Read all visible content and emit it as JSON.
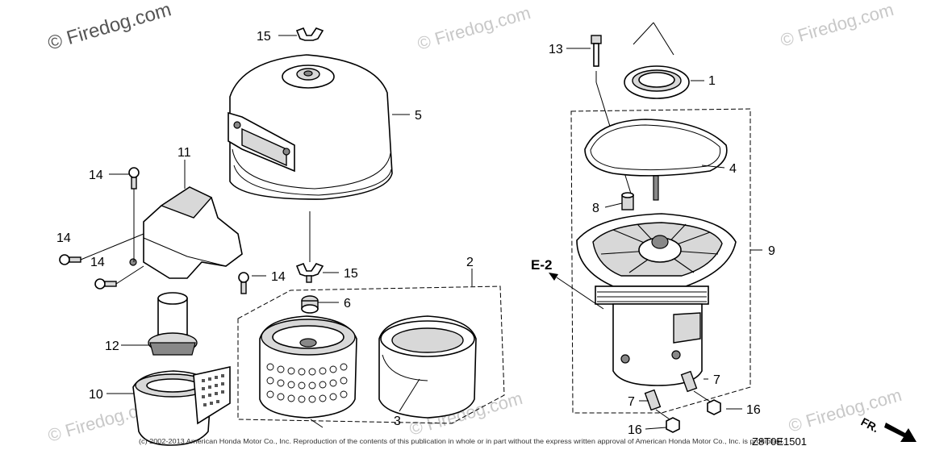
{
  "watermark": {
    "text": "© Firedog.com"
  },
  "callouts": [
    {
      "id": "c1",
      "label": "1"
    },
    {
      "id": "c2",
      "label": "2"
    },
    {
      "id": "c3",
      "label": "3"
    },
    {
      "id": "c4",
      "label": "4"
    },
    {
      "id": "c5",
      "label": "5"
    },
    {
      "id": "c6",
      "label": "6"
    },
    {
      "id": "c7a",
      "label": "7"
    },
    {
      "id": "c7b",
      "label": "7"
    },
    {
      "id": "c8",
      "label": "8"
    },
    {
      "id": "c9",
      "label": "9"
    },
    {
      "id": "c10",
      "label": "10"
    },
    {
      "id": "c11",
      "label": "11"
    },
    {
      "id": "c12",
      "label": "12"
    },
    {
      "id": "c13",
      "label": "13"
    },
    {
      "id": "c14a",
      "label": "14"
    },
    {
      "id": "c14b",
      "label": "14"
    },
    {
      "id": "c14c",
      "label": "14"
    },
    {
      "id": "c14d",
      "label": "14"
    },
    {
      "id": "c15a",
      "label": "15"
    },
    {
      "id": "c15b",
      "label": "15"
    },
    {
      "id": "c16a",
      "label": "16"
    },
    {
      "id": "c16b",
      "label": "16"
    }
  ],
  "reference": "E-2",
  "direction_label": "FR.",
  "copyright": "(c) 2002-2013 American Honda Motor Co., Inc. Reproduction of the contents of this publication in whole or in part without the express written approval of American Honda Motor Co., Inc. is prohibited.",
  "diagram_code": "Z8T0E1501"
}
